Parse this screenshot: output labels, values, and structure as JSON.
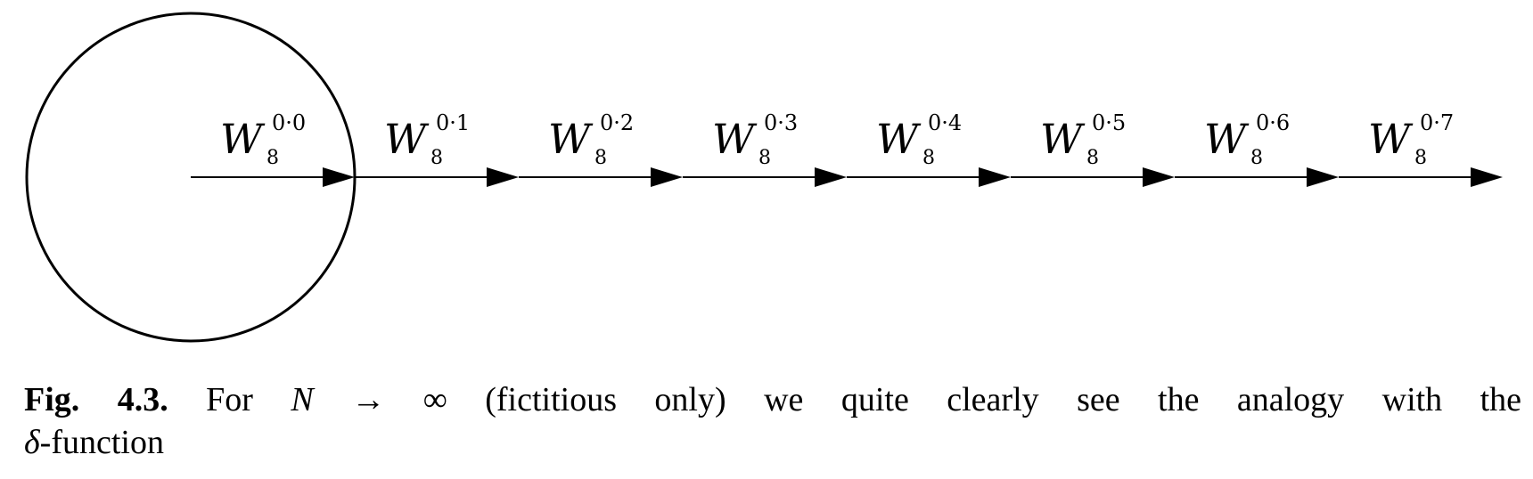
{
  "figure": {
    "terms": [
      {
        "base": "W",
        "sub": "8",
        "sup": "0·0"
      },
      {
        "base": "W",
        "sub": "8",
        "sup": "0·1"
      },
      {
        "base": "W",
        "sub": "8",
        "sup": "0·2"
      },
      {
        "base": "W",
        "sub": "8",
        "sup": "0·3"
      },
      {
        "base": "W",
        "sub": "8",
        "sup": "0·4"
      },
      {
        "base": "W",
        "sub": "8",
        "sup": "0·5"
      },
      {
        "base": "W",
        "sub": "8",
        "sup": "0·6"
      },
      {
        "base": "W",
        "sub": "8",
        "sup": "0·7"
      }
    ]
  },
  "caption": {
    "label": "Fig. 4.3.",
    "text_before": "For",
    "var": "N",
    "arrow": "→",
    "infinity": "∞",
    "text_middle": "(fictitious only) we quite clearly see the analogy with the",
    "delta": "δ",
    "text_end": "-function"
  }
}
